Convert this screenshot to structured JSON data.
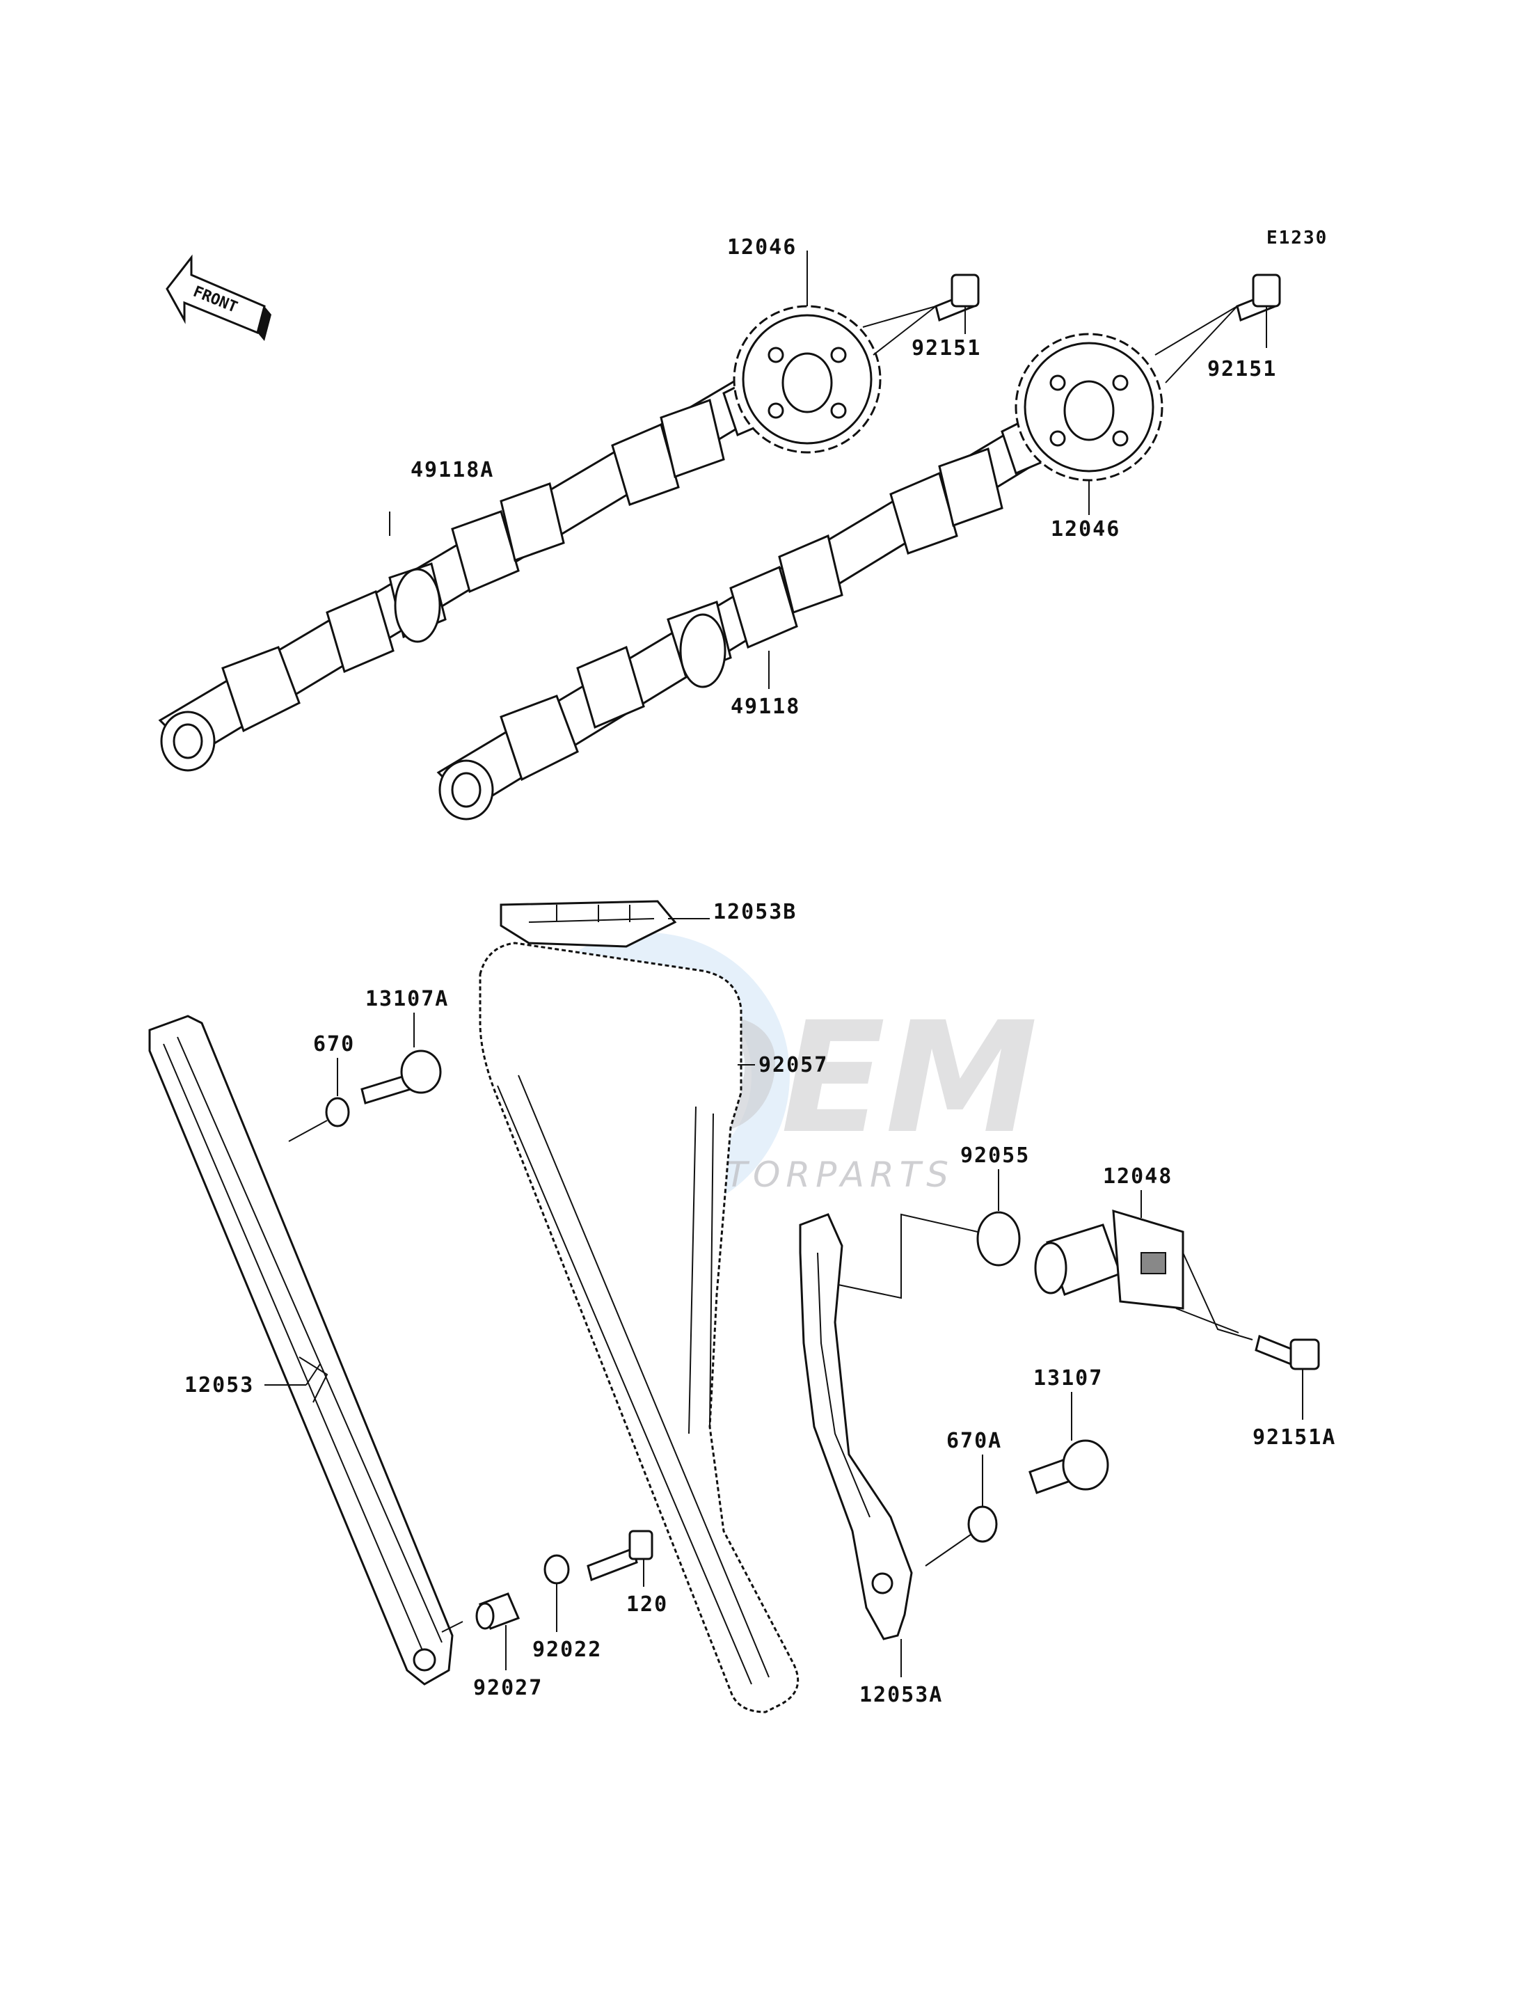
{
  "diagram": {
    "ref_code": "E1230",
    "front_label": "FRONT",
    "watermark": {
      "main": "OEM",
      "sub": "MOTORPARTS"
    },
    "callouts": {
      "sprocket_top": "12046",
      "sprocket_right": "12046",
      "bolt_top": "92151",
      "bolt_right": "92151",
      "camshaft_a": "49118A",
      "camshaft_b": "49118",
      "guide_top": "12053B",
      "chain": "92057",
      "pin_a": "13107A",
      "oring_670": "670",
      "guide_left": "12053",
      "oring_92055": "92055",
      "tensioner": "12048",
      "bolt_92151a": "92151A",
      "pin_13107": "13107",
      "oring_670a": "670A",
      "guide_right": "12053A",
      "bolt_120": "120",
      "washer": "92022",
      "collar": "92027"
    }
  }
}
